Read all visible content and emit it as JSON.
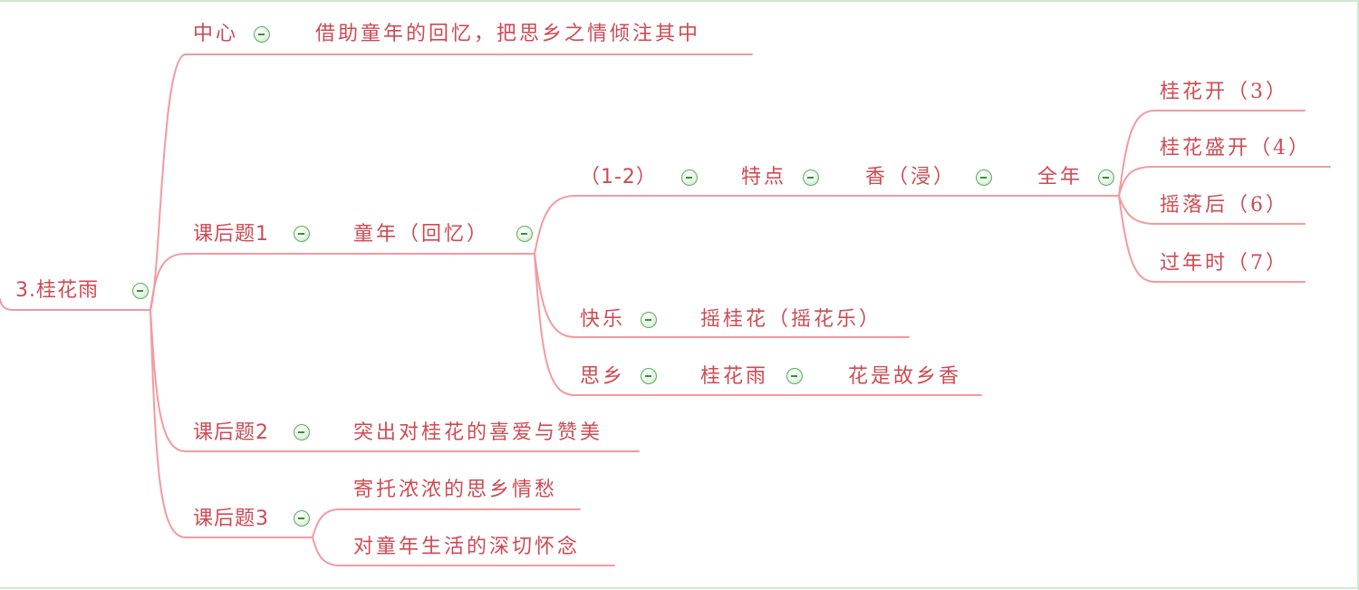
{
  "colors": {
    "line": "#f39aa0",
    "text": "#cf4a52",
    "toggle_border": "#5fae63",
    "frame": "#cfe8d2"
  },
  "toggle_icon": "minus-circle-icon",
  "root": {
    "label": "3.桂花雨"
  },
  "center": {
    "label": "中心",
    "content": "借助童年的回忆，把思乡之情倾注其中"
  },
  "q1": {
    "label": "课后题1",
    "memory": "童年（回忆）",
    "para12": {
      "label": "（1-2）",
      "feature": "特点",
      "fragrance": "香（浸）",
      "whole_year": "全年",
      "stages": [
        "桂花开（3）",
        "桂花盛开（4）",
        "摇落后（6）",
        "过年时（7）"
      ]
    },
    "happy": {
      "label": "快乐",
      "content": "摇桂花（摇花乐）"
    },
    "homesick": {
      "label": "思乡",
      "rain": "桂花雨",
      "content": "花是故乡香"
    }
  },
  "q2": {
    "label": "课后题2",
    "content": "突出对桂花的喜爱与赞美"
  },
  "q3": {
    "label": "课后题3",
    "contents": [
      "寄托浓浓的思乡情愁",
      "对童年生活的深切怀念"
    ]
  }
}
